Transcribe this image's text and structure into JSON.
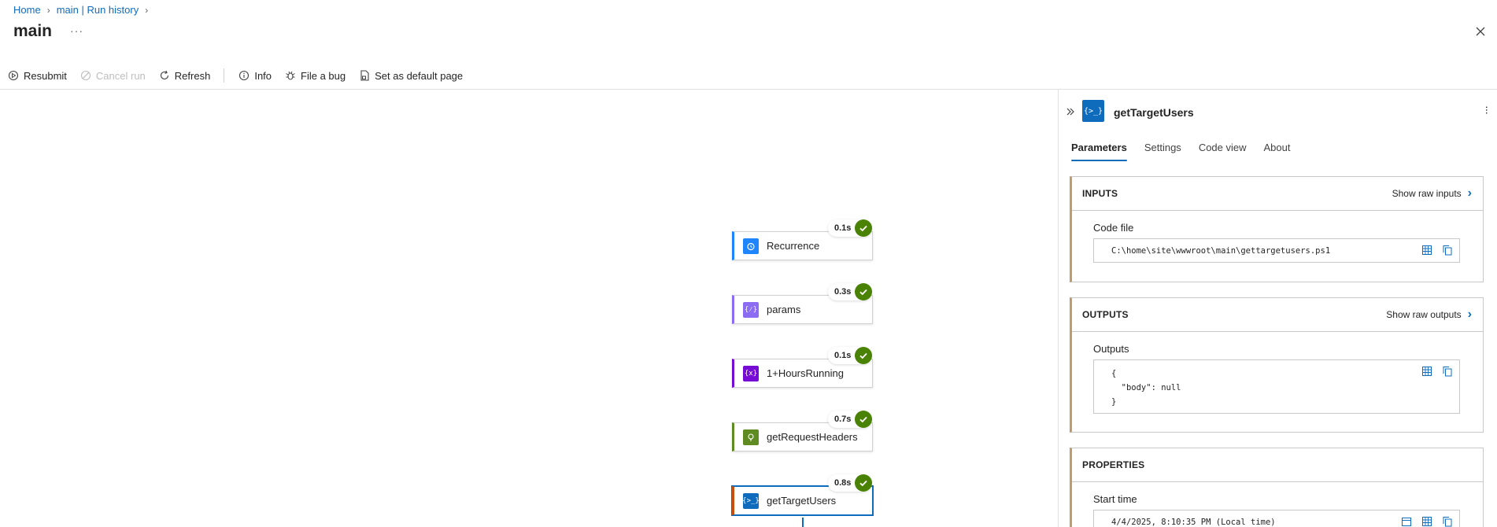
{
  "breadcrumb": {
    "home": "Home",
    "run_history": "main | Run history"
  },
  "title": "main",
  "more_label": "···",
  "toolbar": {
    "resubmit": "Resubmit",
    "cancel_run": "Cancel run",
    "refresh": "Refresh",
    "info": "Info",
    "file_bug": "File a bug",
    "set_default": "Set as default page"
  },
  "nodes": [
    {
      "label": "Recurrence",
      "duration": "0.1s",
      "status": "succeeded",
      "icon": "clock-icon",
      "color": "#1f85ff"
    },
    {
      "label": "params",
      "duration": "0.3s",
      "status": "succeeded",
      "icon": "code-icon",
      "color": "#8c6cf3"
    },
    {
      "label": "1+HoursRunning",
      "duration": "0.1s",
      "status": "succeeded",
      "icon": "variable-icon",
      "color": "#770bd6"
    },
    {
      "label": "getRequestHeaders",
      "duration": "0.7s",
      "status": "succeeded",
      "icon": "lightbulb-icon",
      "color": "#5f8b22"
    },
    {
      "label": "getTargetUsers",
      "duration": "0.8s",
      "status": "succeeded",
      "icon": "powershell-icon",
      "color": "#0f6cbd"
    }
  ],
  "panel": {
    "title": "getTargetUsers",
    "tabs": [
      "Parameters",
      "Settings",
      "Code view",
      "About"
    ],
    "active_tab": "Parameters",
    "inputs": {
      "heading": "INPUTS",
      "raw_link": "Show raw inputs",
      "field_label": "Code file",
      "field_value": "C:\\home\\site\\wwwroot\\main\\gettargetusers.ps1"
    },
    "outputs": {
      "heading": "OUTPUTS",
      "raw_link": "Show raw outputs",
      "field_label": "Outputs",
      "field_value": "{\n  \"body\": null\n}"
    },
    "properties": {
      "heading": "PROPERTIES",
      "field_label": "Start time",
      "field_value": "4/4/2025, 8:10:35 PM (Local time)"
    }
  },
  "colors": {
    "accent": "#0f6cbd",
    "success": "#498205",
    "section_bar": "#c19c6a"
  }
}
